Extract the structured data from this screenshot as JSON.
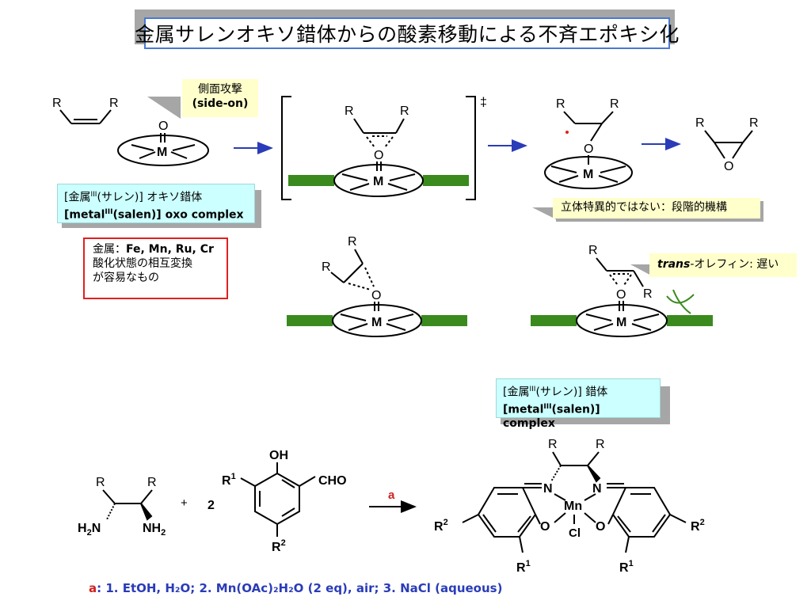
{
  "title": "金属サレンオキソ錯体からの酸素移動による不斉エポキシ化",
  "callouts": {
    "side_on_line1": "側面攻撃",
    "side_on_line2": "(side-on)",
    "oxo_complex_jp_a": "[金属",
    "oxo_complex_jp_sup": "III",
    "oxo_complex_jp_b": "(サレン)] オキソ錯体",
    "oxo_complex_en_a": "[metal",
    "oxo_complex_en_sup": "III",
    "oxo_complex_en_b": "(salen)] oxo complex",
    "stepwise": "立体特異的ではない：段階的機構",
    "trans_italic": "trans",
    "trans_rest": "-オレフィン:  遅い",
    "salen_complex_jp_a": "[金属",
    "salen_complex_jp_sup": "III",
    "salen_complex_jp_b": "(サレン)] 錯体",
    "salen_complex_en_a": "[metal",
    "salen_complex_en_sup": "III",
    "salen_complex_en_b": "(salen)] complex"
  },
  "metals_box": {
    "line1_prefix": "金属：",
    "line1_metals": "Fe, Mn, Ru, Cr",
    "line2": "酸化状態の相互変換",
    "line3": "が容易なもの"
  },
  "labels": {
    "R": "R",
    "O": "O",
    "M": "M",
    "dagger": "‡",
    "plus": "+",
    "two": "2",
    "OH": "OH",
    "CHO": "CHO",
    "R1": "R",
    "R2": "R",
    "sup1": "1",
    "sup2": "2",
    "H2N": "H",
    "NH2": "NH",
    "sub2": "2",
    "N": "N",
    "Mn": "Mn",
    "Cl": "Cl",
    "reagent_a": "a"
  },
  "conditions": {
    "label": "a",
    "text": ": 1. EtOH, H₂O; 2. Mn(OAc)₂H₂O (2 eq), air; 3. NaCl (aqueous)"
  },
  "colors": {
    "title_border": "#4a7ad0",
    "arrow_blue": "#2a3cb8",
    "ligand_green": "#3a8a1e",
    "radical_red": "#e02020",
    "box_red": "#e02020",
    "callout_yellow": "#ffffcc",
    "callout_cyan": "#ccffff",
    "shadow_gray": "#a6a6a6"
  }
}
